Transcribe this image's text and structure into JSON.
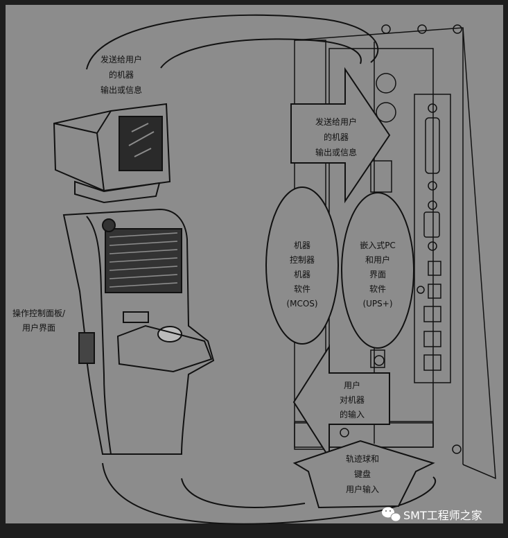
{
  "labels": {
    "top_arrow": [
      "发送给用户",
      "的机器",
      "输出或信息"
    ],
    "right_arrow": [
      "发送给用户",
      "的机器",
      "输出或信息"
    ],
    "mcos": [
      "机器",
      "控制器",
      "机器",
      "软件",
      "(MCOS)"
    ],
    "ups": [
      "嵌入式PC",
      "和用户",
      "界面",
      "软件",
      "(UPS+)"
    ],
    "panel": [
      "操作控制面板/",
      "用户界面"
    ],
    "user_input_arrow": [
      "用户",
      "对机器",
      "的输入"
    ],
    "trackball_arrow": [
      "轨迹球和",
      "键盘",
      "用户输入"
    ]
  },
  "watermark": "SMT工程师之家",
  "colors": {
    "figure_bg": "#8c8c8c",
    "outer_bg": "#1e1e1e",
    "line": "#111111"
  }
}
